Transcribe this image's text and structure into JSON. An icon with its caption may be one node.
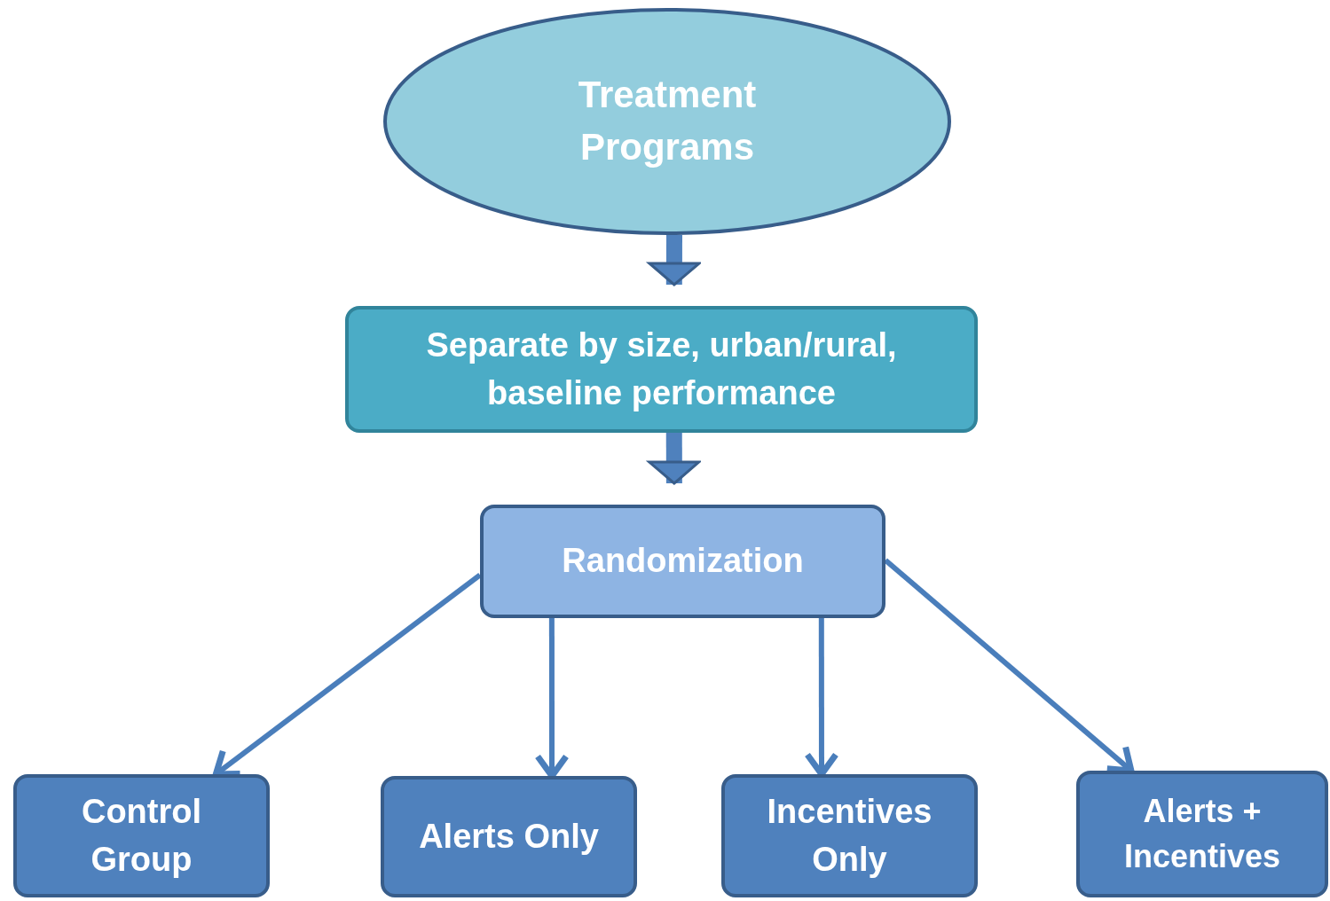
{
  "diagram": {
    "nodes": [
      {
        "text": [
          "Treatment Programs"
        ]
      },
      {
        "text": [
          "Separate by size, urban/rural, baseline performance"
        ]
      },
      {
        "text": [
          "Randomization"
        ]
      },
      {
        "text": [
          "Control Group"
        ]
      },
      {
        "text": [
          "Alerts Only"
        ]
      },
      {
        "text": [
          "Incentives Only"
        ]
      },
      {
        "text": [
          "Alerts + Incentives"
        ]
      }
    ],
    "edges": [
      {
        "from": 0,
        "to": 1,
        "arrow": "to",
        "style": "thick"
      },
      {
        "from": 1,
        "to": 2,
        "arrow": "to",
        "style": "thick"
      },
      {
        "from": 2,
        "to": 3,
        "arrow": "to"
      },
      {
        "from": 2,
        "to": 4,
        "arrow": "to"
      },
      {
        "from": 2,
        "to": 5,
        "arrow": "to"
      },
      {
        "from": 2,
        "to": 6,
        "arrow": "to"
      }
    ]
  }
}
